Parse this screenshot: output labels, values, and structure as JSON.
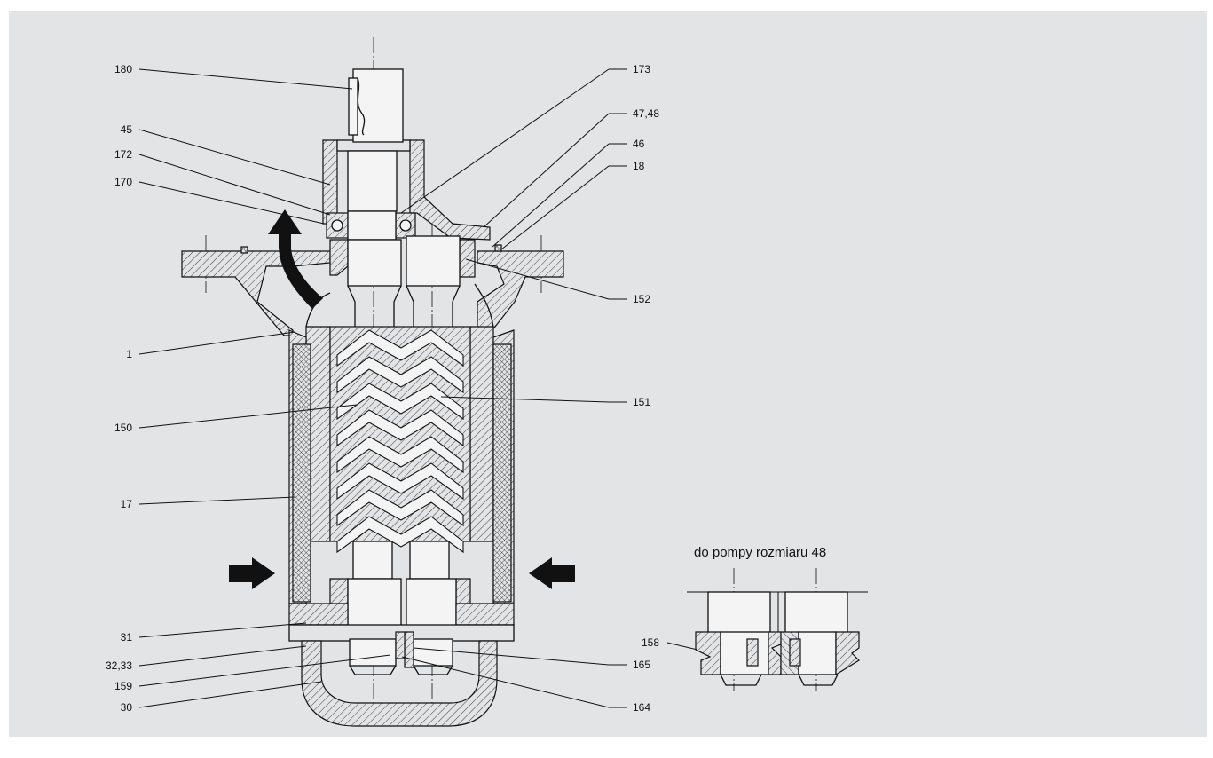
{
  "diagram": {
    "caption": "do pompy rozmiaru 48",
    "colors": {
      "background": "#e3e4e6",
      "ink": "#111111",
      "page": "#ffffff"
    },
    "labels_left": [
      {
        "id": "180",
        "text": "180"
      },
      {
        "id": "45",
        "text": "45"
      },
      {
        "id": "172",
        "text": "172"
      },
      {
        "id": "170",
        "text": "170"
      },
      {
        "id": "1",
        "text": "1"
      },
      {
        "id": "150",
        "text": "150"
      },
      {
        "id": "17",
        "text": "17"
      },
      {
        "id": "31",
        "text": "31"
      },
      {
        "id": "32_33",
        "text": "32,33"
      },
      {
        "id": "159",
        "text": "159"
      },
      {
        "id": "30",
        "text": "30"
      }
    ],
    "labels_right": [
      {
        "id": "173",
        "text": "173"
      },
      {
        "id": "47_48",
        "text": "47,48"
      },
      {
        "id": "46",
        "text": "46"
      },
      {
        "id": "18",
        "text": "18"
      },
      {
        "id": "152",
        "text": "152"
      },
      {
        "id": "151",
        "text": "151"
      },
      {
        "id": "165",
        "text": "165"
      },
      {
        "id": "164",
        "text": "164"
      }
    ],
    "detail_label": {
      "id": "158",
      "text": "158"
    }
  }
}
